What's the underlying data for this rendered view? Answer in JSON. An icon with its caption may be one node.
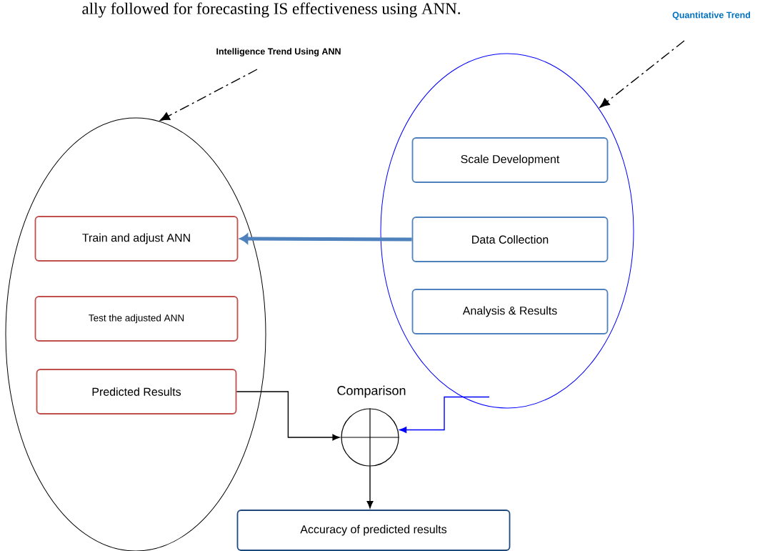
{
  "diagram": {
    "nodes": [
      {
        "text": [],
        "shape": "ellipse"
      },
      {
        "text": [
          "Train and adjust ANN"
        ],
        "in": 0
      },
      {
        "text": [
          "Test the adjusted ANN"
        ],
        "in": 0
      },
      {
        "text": [
          "Predicted Results"
        ],
        "in": 0
      },
      {
        "text": [],
        "shape": "ellipse"
      },
      {
        "text": [
          "Scale Development"
        ],
        "in": 4
      },
      {
        "text": [
          "Data Collection"
        ],
        "in": 4
      },
      {
        "text": [
          "Analysis & Results"
        ],
        "in": 4
      },
      {
        "text": [
          "Comparison"
        ]
      },
      {
        "text": [
          "Accuracy of predicted results"
        ]
      },
      {
        "text": [
          "Intelligence Trend Using ANN"
        ]
      },
      {
        "text": [
          "Quantitative Trend"
        ]
      }
    ],
    "edges": [
      {
        "from": 10,
        "to": 0,
        "arrow": "to",
        "style": "dashed"
      },
      {
        "from": 11,
        "to": 4,
        "arrow": "to",
        "style": "dashed"
      },
      {
        "from": 6,
        "to": 1,
        "arrow": "to",
        "style": "thick",
        "color": "#4f81bd"
      },
      {
        "from": 3,
        "to": 8,
        "arrow": "to"
      },
      {
        "from": 4,
        "to": 8,
        "arrow": "to",
        "color": "#0000ff"
      },
      {
        "from": 8,
        "to": 9,
        "arrow": "to"
      }
    ],
    "labels": [
      "ally followed for forecasting IS effectiveness using ANN."
    ]
  }
}
